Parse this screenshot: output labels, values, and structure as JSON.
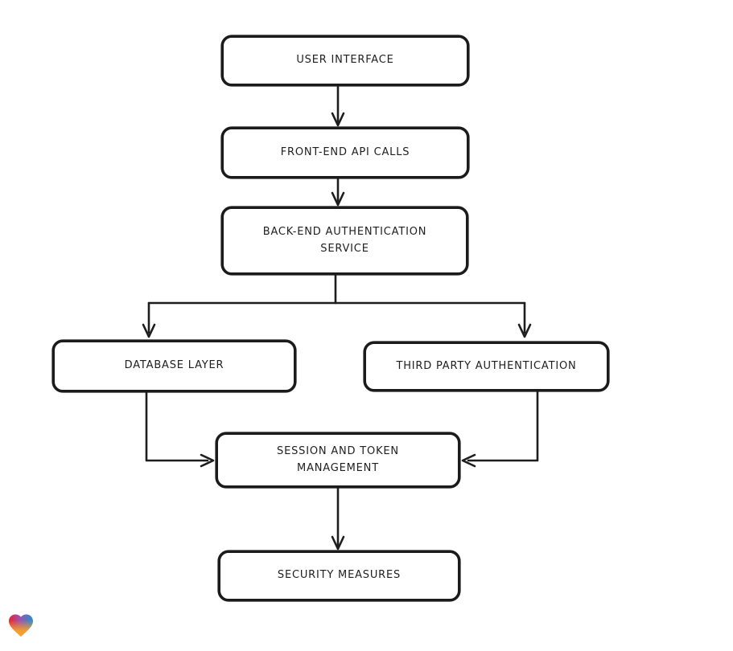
{
  "diagram": {
    "background_color": "#ffffff",
    "stroke_color": "#1d1d1d",
    "node_fill_color": "#ffffff",
    "text_color": "#1f1f1f",
    "nodes": [
      {
        "id": "user-interface",
        "label": "USER INTERFACE"
      },
      {
        "id": "front-end-api-calls",
        "label": "FRONT-END API CALLS"
      },
      {
        "id": "back-end-authentication-service",
        "label": "BACK-END AUTHENTICATION\nSERVICE"
      },
      {
        "id": "database-layer",
        "label": "DATABASE LAYER"
      },
      {
        "id": "third-party-authentication",
        "label": "THIRD PARTY AUTHENTICATION"
      },
      {
        "id": "session-and-token-management",
        "label": "SESSION AND TOKEN\nMANAGEMENT"
      },
      {
        "id": "security-measures",
        "label": "SECURITY MEASURES"
      }
    ],
    "edges": [
      {
        "from": "user-interface",
        "to": "front-end-api-calls"
      },
      {
        "from": "front-end-api-calls",
        "to": "back-end-authentication-service"
      },
      {
        "from": "back-end-authentication-service",
        "to": "database-layer"
      },
      {
        "from": "back-end-authentication-service",
        "to": "third-party-authentication"
      },
      {
        "from": "database-layer",
        "to": "session-and-token-management"
      },
      {
        "from": "third-party-authentication",
        "to": "session-and-token-management"
      },
      {
        "from": "session-and-token-management",
        "to": "security-measures"
      }
    ]
  },
  "branding": {
    "logo": "heart-gradient-icon",
    "logo_colors": [
      "#e8232e",
      "#8c5bbf",
      "#2193d1",
      "#f59e2c"
    ]
  }
}
